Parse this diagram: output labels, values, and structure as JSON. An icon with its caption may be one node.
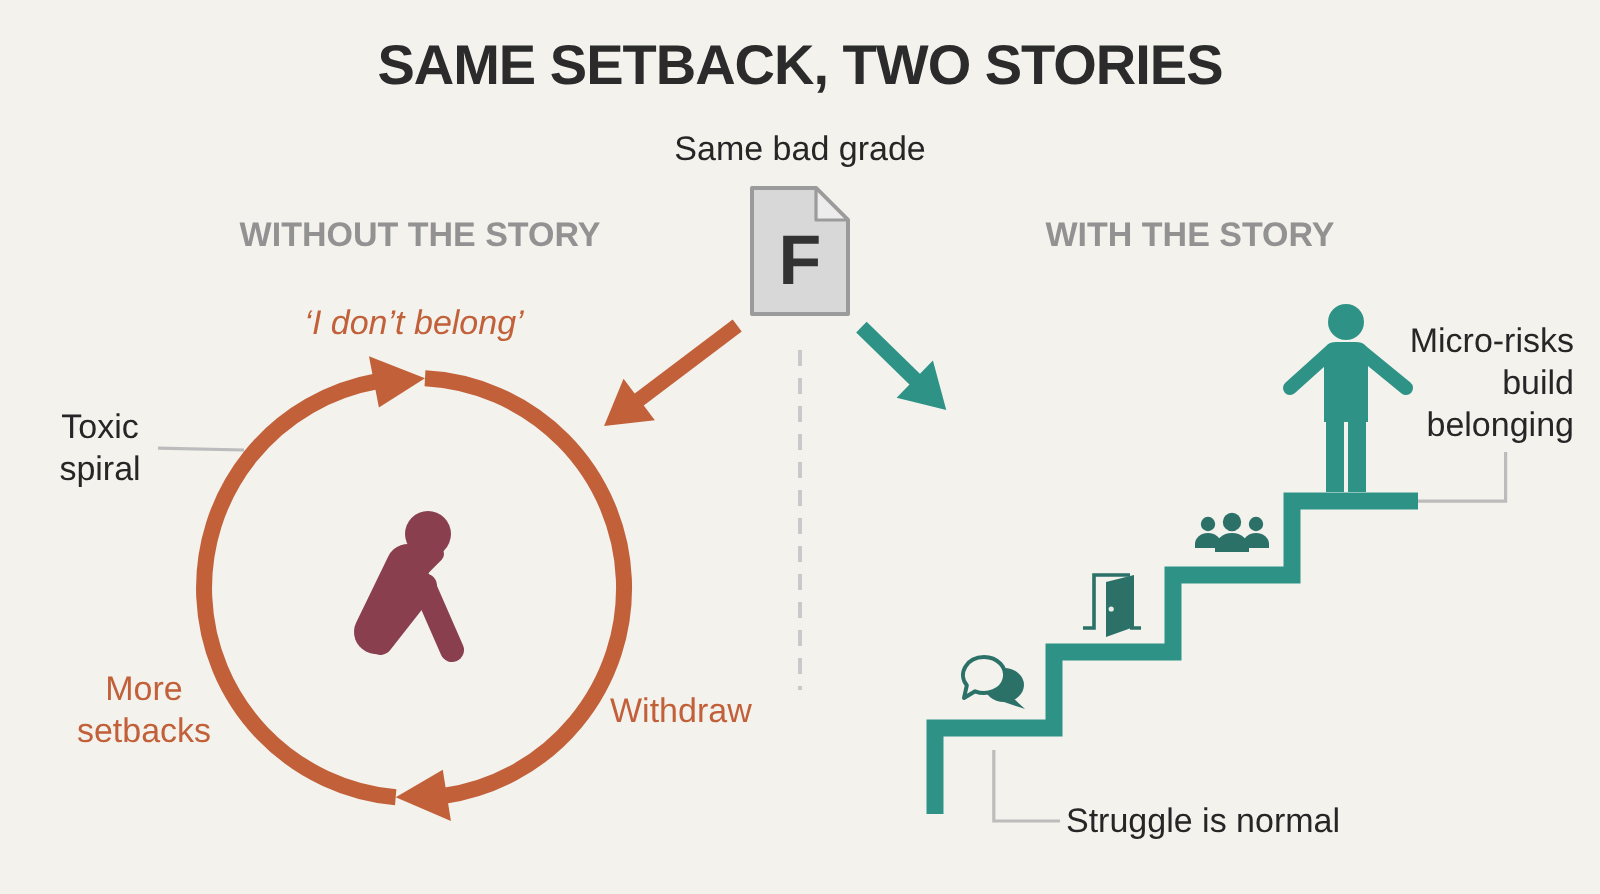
{
  "diagram": {
    "title": "SAME SETBACK, TWO STORIES",
    "nodes": [
      {
        "text": [
          "Same bad grade",
          "F"
        ]
      },
      {
        "text": [],
        "shape": "circle",
        "beside": [
          "‘I don’t belong’",
          "More setbacks",
          "Withdraw"
        ]
      },
      {
        "text": [
          "Toxic spiral"
        ]
      },
      {
        "text": [],
        "shape": "stairs"
      },
      {
        "text": [
          "Micro-risks build belonging"
        ]
      },
      {
        "text": [
          "Struggle is normal"
        ]
      }
    ],
    "edges": [
      {
        "from": 0,
        "to": 1,
        "arrow": "to",
        "style": "thick",
        "color": "#c2603a"
      },
      {
        "from": 0,
        "to": 3,
        "arrow": "to",
        "style": "thick",
        "color": "#2e9386"
      },
      {
        "from": 2,
        "to": 1,
        "arrow": "none"
      },
      {
        "from": 4,
        "to": 3,
        "arrow": "none"
      },
      {
        "from": 5,
        "to": 3,
        "arrow": "none"
      }
    ],
    "labels": [
      "WITHOUT THE STORY",
      "WITH THE STORY"
    ]
  }
}
